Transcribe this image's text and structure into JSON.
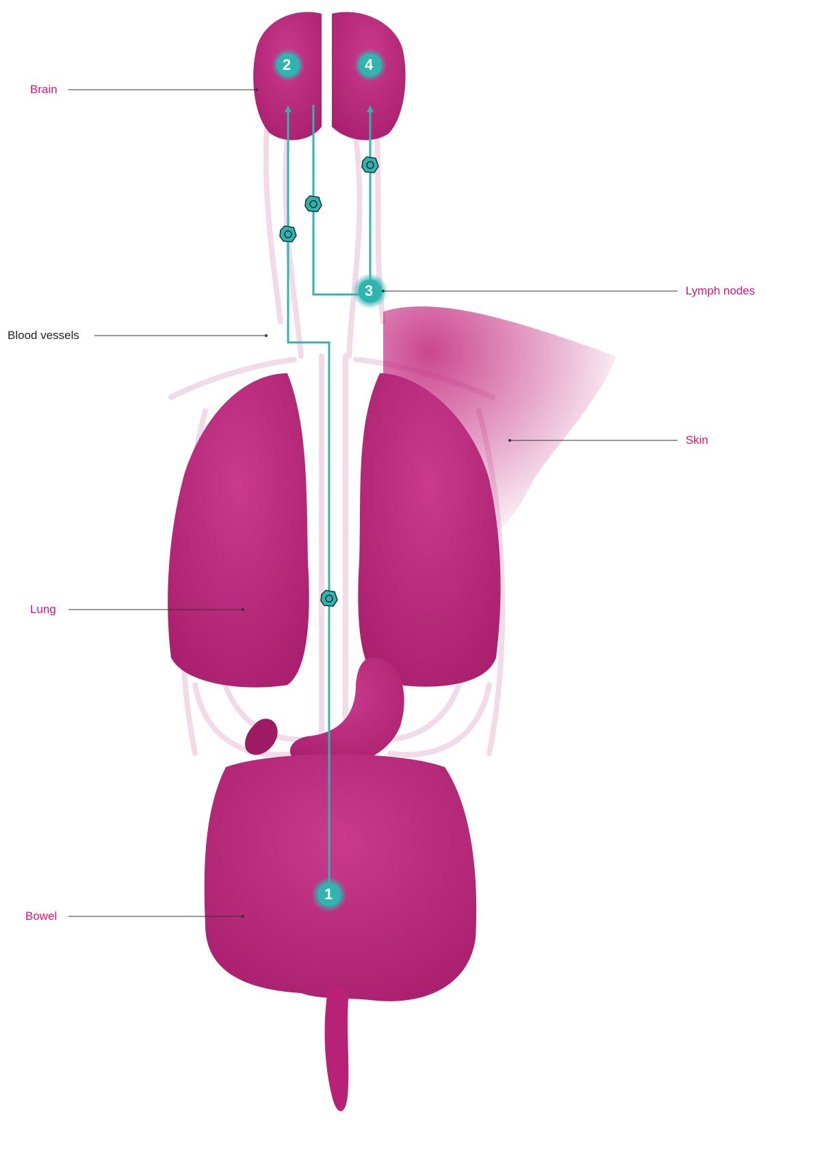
{
  "colors": {
    "organ": "#c2257d",
    "organ_dark": "#a01a66",
    "vessel": "#f1dbe8",
    "pathway": "#2fb5b0",
    "marker_text": "#ffffff",
    "label_accent": "#e0107a",
    "label_dark": "#222222",
    "leader_line": "#333333"
  },
  "labels": {
    "brain": "Brain",
    "blood_vessels": "Blood vessels",
    "lymph_nodes": "Lymph nodes",
    "skin": "Skin",
    "lung": "Lung",
    "bowel": "Bowel"
  },
  "steps": {
    "one": "1",
    "two": "2",
    "three": "3",
    "four": "4"
  },
  "icons": {
    "cell": "cell-icon",
    "arrow": "arrow-head-icon"
  }
}
